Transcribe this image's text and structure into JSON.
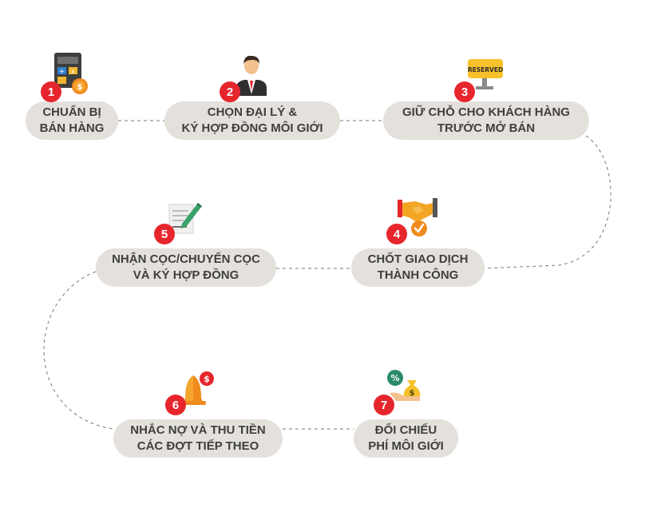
{
  "steps": [
    {
      "number": "1",
      "line1": "CHUẨN BỊ",
      "line2": "BÁN HÀNG",
      "icon": "calculator-coin-icon"
    },
    {
      "number": "2",
      "line1": "CHỌN ĐẠI LÝ &",
      "line2": "KÝ HỢP ĐỒNG MÔI GIỚI",
      "icon": "businessman-icon"
    },
    {
      "number": "3",
      "line1": "GIỮ CHỖ CHO KHÁCH HÀNG",
      "line2": "TRƯỚC MỞ BÁN",
      "icon": "reserved-sign-icon"
    },
    {
      "number": "4",
      "line1": "CHỐT GIAO DỊCH",
      "line2": "THÀNH CÔNG",
      "icon": "handshake-check-icon"
    },
    {
      "number": "5",
      "line1": "NHẬN CỌC/CHUYỂN CỌC",
      "line2": "VÀ KÝ HỢP ĐỒNG",
      "icon": "contract-pen-icon"
    },
    {
      "number": "6",
      "line1": "NHẮC NỢ VÀ THU TIỀN",
      "line2": "CÁC ĐỢT TIẾP THEO",
      "icon": "bell-dollar-icon"
    },
    {
      "number": "7",
      "line1": "ĐỐI CHIẾU",
      "line2": "PHÍ MÔI GIỚI",
      "icon": "percent-money-bag-icon"
    }
  ],
  "reserved_sign_text": "RESERVED",
  "colors": {
    "pill": "#e4e1dc",
    "badge": "#e6262c",
    "text": "#3f3f3f",
    "connector": "#777777"
  }
}
